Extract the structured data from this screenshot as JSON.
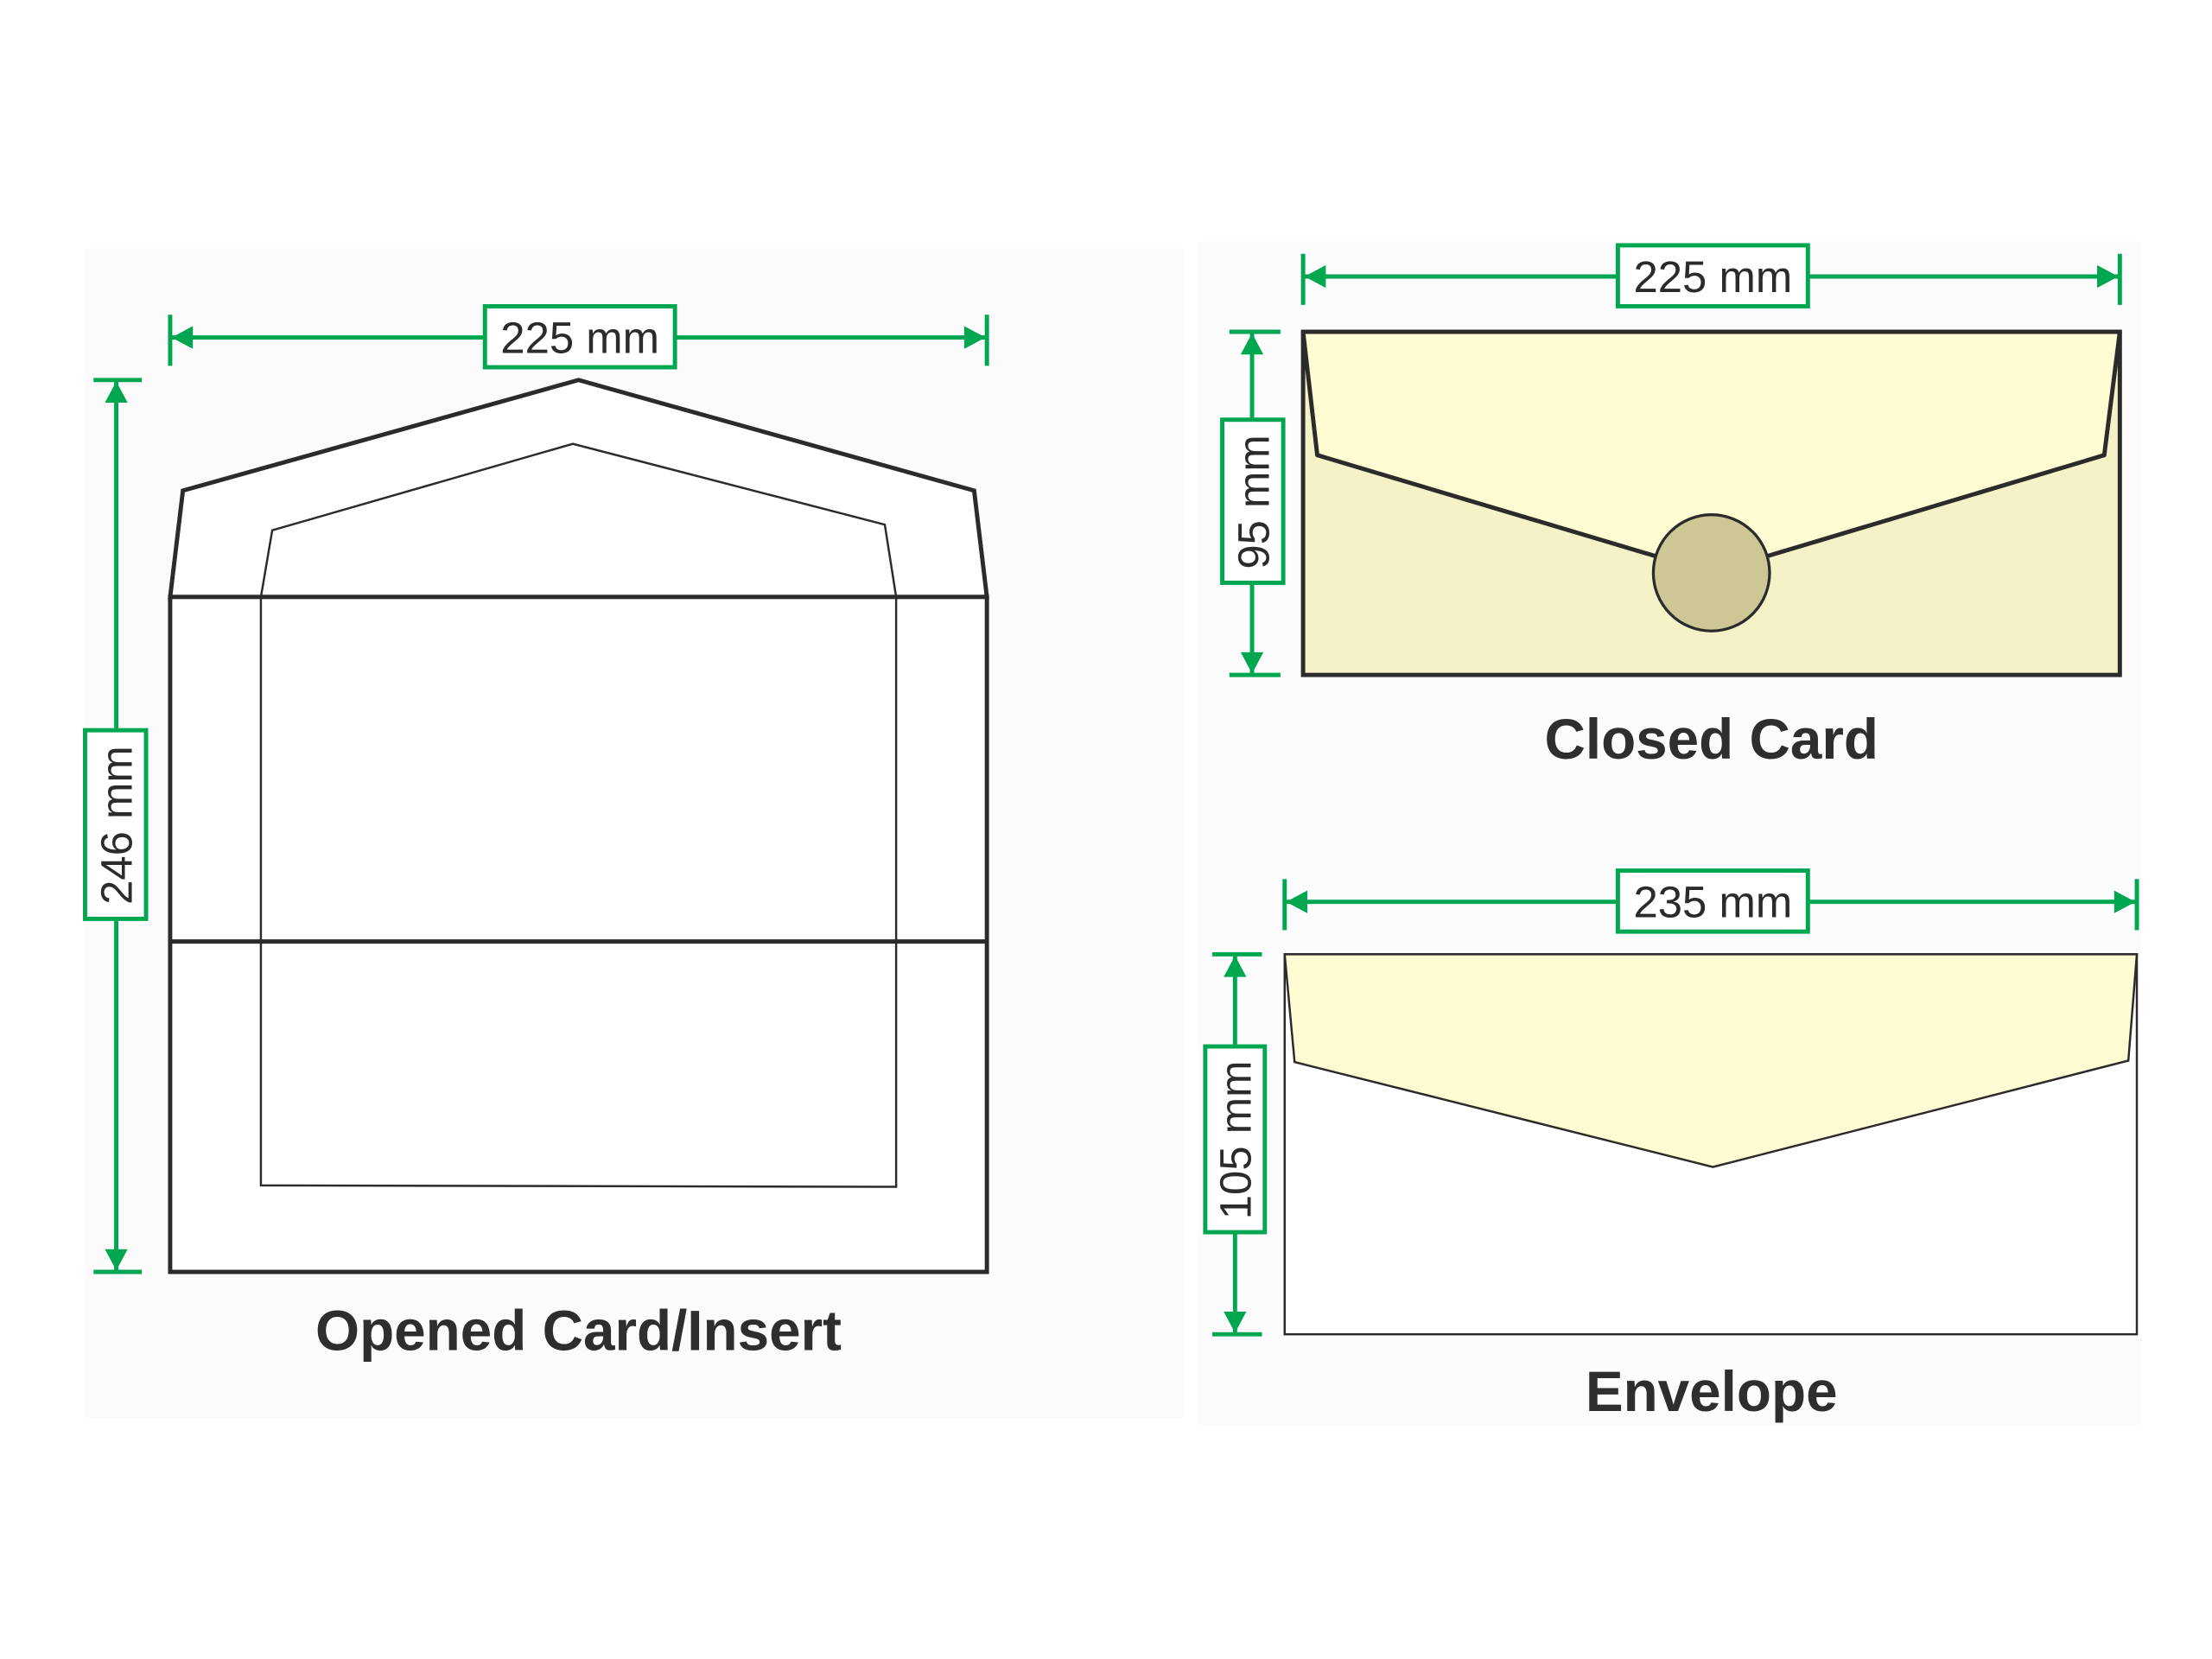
{
  "opened_card": {
    "title": "Opened Card/Insert",
    "width_label": "225 mm",
    "height_label": "246 mm"
  },
  "closed_card": {
    "title": "Closed Card",
    "width_label": "225 mm",
    "height_label": "95 mm"
  },
  "envelope": {
    "title": "Envelope",
    "width_label": "235 mm",
    "height_label": "105 mm"
  },
  "colors": {
    "dimension": "#00a650",
    "flap": "#fffbd3",
    "card_body": "#f5f2c8",
    "seal": "#ccc794",
    "outline": "#2b2b2b"
  }
}
